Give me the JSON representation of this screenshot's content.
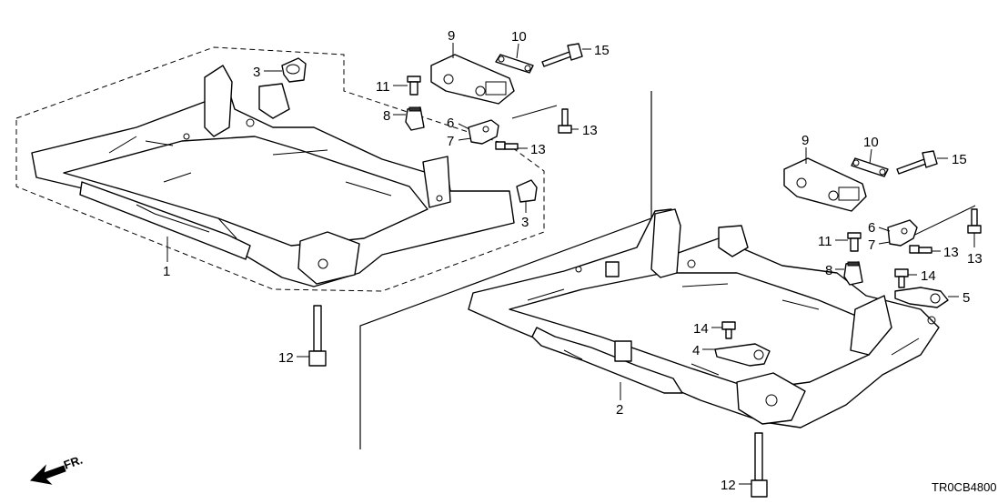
{
  "diagram": {
    "code": "TR0CB4800",
    "direction_label": "FR.",
    "callouts": {
      "left_frame": "1",
      "right_frame": "2",
      "stopper_upper_left": "3",
      "stopper_lower_left": "3",
      "plate_4": "4",
      "plate_5": "5",
      "bracket_6_left": "6",
      "bracket_6_right": "6",
      "bracket_7_left": "7",
      "bracket_7_right": "7",
      "grommet_8_left": "8",
      "grommet_8_right": "8",
      "mount_9_left": "9",
      "mount_9_right": "9",
      "stay_10_left": "10",
      "stay_10_right": "10",
      "bolt_11_left": "11",
      "bolt_11_right": "11",
      "bolt_12_left": "12",
      "bolt_12_right": "12",
      "bolt_13_left_a": "13",
      "bolt_13_left_b": "13",
      "bolt_13_right_a": "13",
      "bolt_13_right_b": "13",
      "bolt_14_a": "14",
      "bolt_14_b": "14",
      "bolt_15_left": "15",
      "bolt_15_right": "15"
    }
  }
}
